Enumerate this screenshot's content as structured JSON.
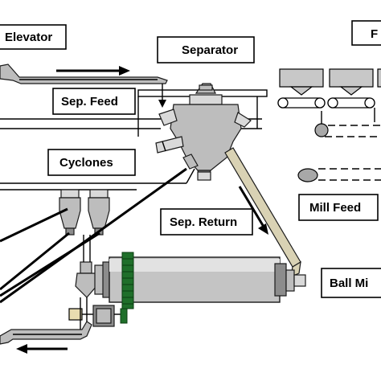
{
  "labels": {
    "elevator": "Elevator",
    "separator": "Separator",
    "feeders": "F",
    "sep_feed": "Sep. Feed",
    "cyclones": "Cyclones",
    "mill_feed": "Mill Feed",
    "sep_return": "Sep. Return",
    "ball_mill": "Ball Mi"
  },
  "colors": {
    "equipment_fill": "#bdbdbd",
    "hopper_fill": "#c8c8c8",
    "girth_gear": "#1f6f2a",
    "motor_accent": "#e8dcb0",
    "return_chute": "#d9d2b4"
  }
}
